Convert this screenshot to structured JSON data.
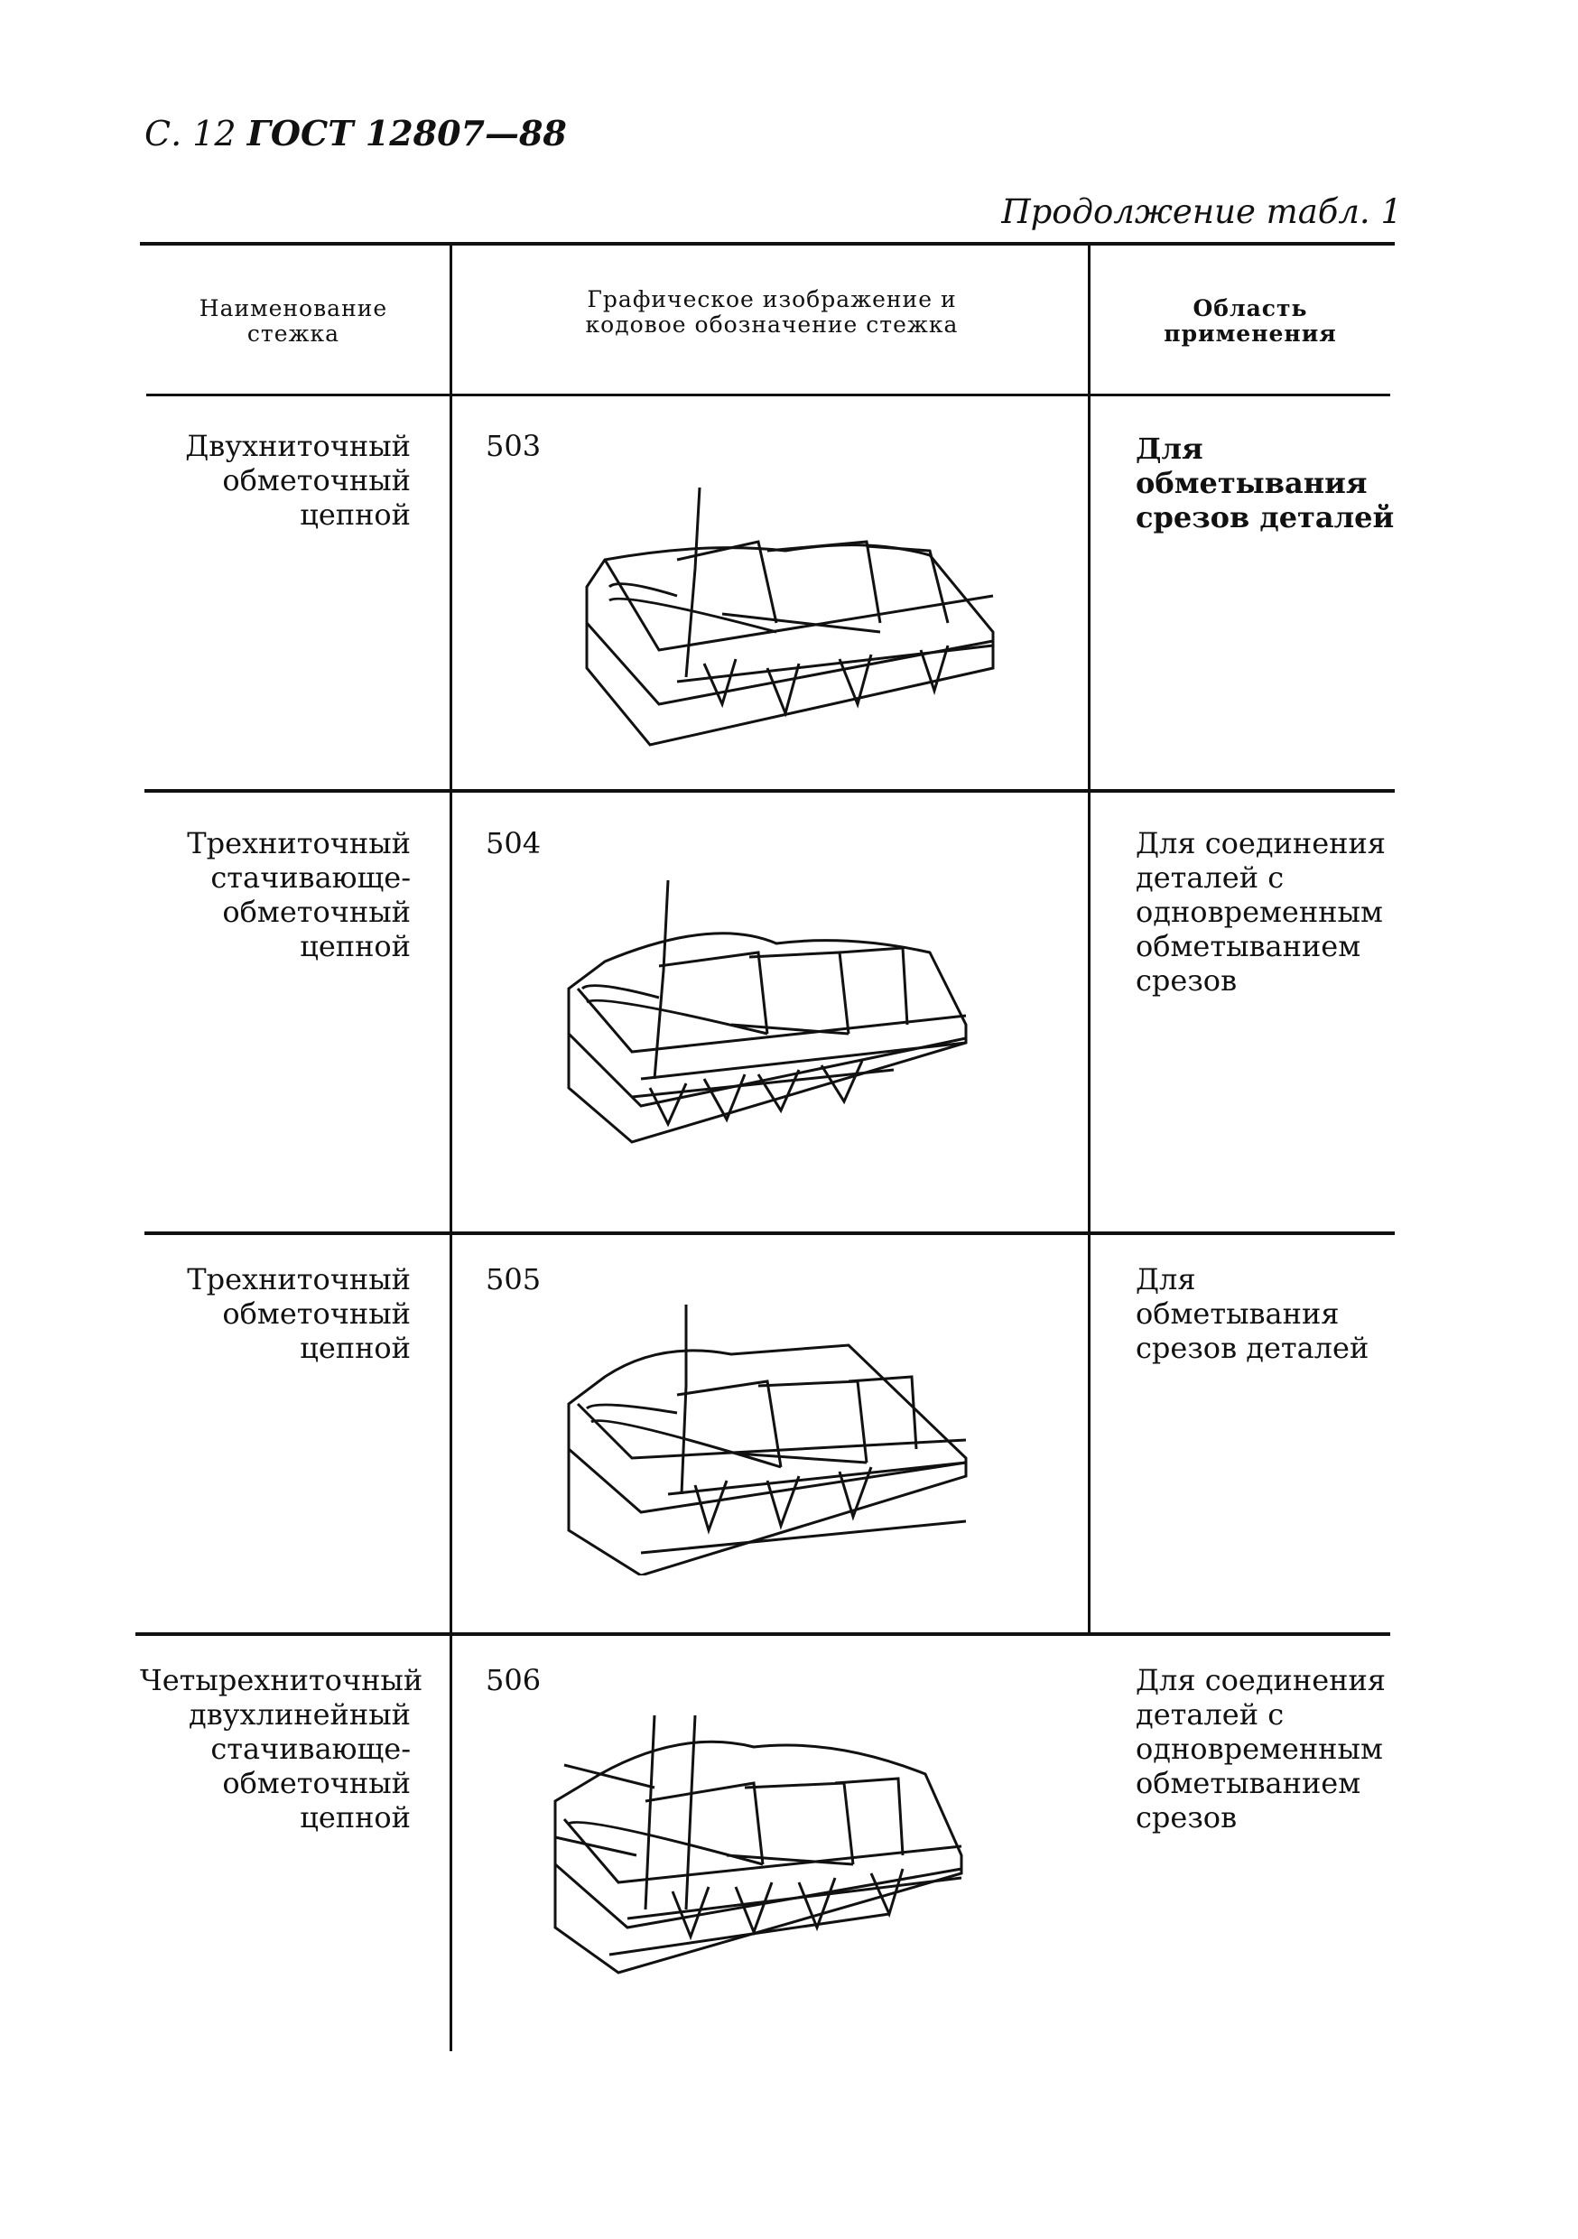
{
  "page_header": {
    "page": "С. 12",
    "standard": "ГОСТ 12807—88"
  },
  "continuation_label": "Продолжение табл. 1",
  "table": {
    "columns": [
      "Наименование стежка",
      "Графическое изображение и кодовое обозначение стежка",
      "Область применения"
    ],
    "rows": [
      {
        "name": "Двухниточный обметочный цепной",
        "code": "503",
        "figure_icon": "two-thread-overedge-chain-stitch-drawing",
        "usage": "Для обметывания срезов деталей"
      },
      {
        "name": "Трехниточный стачивающе-обметочный цепной",
        "code": "504",
        "figure_icon": "three-thread-seaming-overedge-chain-stitch-drawing",
        "usage": "Для соединения деталей с одновременным обметыванием срезов"
      },
      {
        "name": "Трехниточный обметочный цепной",
        "code": "505",
        "figure_icon": "three-thread-overedge-chain-stitch-drawing",
        "usage": "Для обметывания срезов деталей"
      },
      {
        "name": "Четырехниточный двухлинейный стачивающе-обметочный цепной",
        "code": "506",
        "figure_icon": "four-thread-two-line-seaming-overedge-chain-stitch-drawing",
        "usage": "Для соединения деталей с одновременным обметыванием срезов"
      }
    ]
  }
}
